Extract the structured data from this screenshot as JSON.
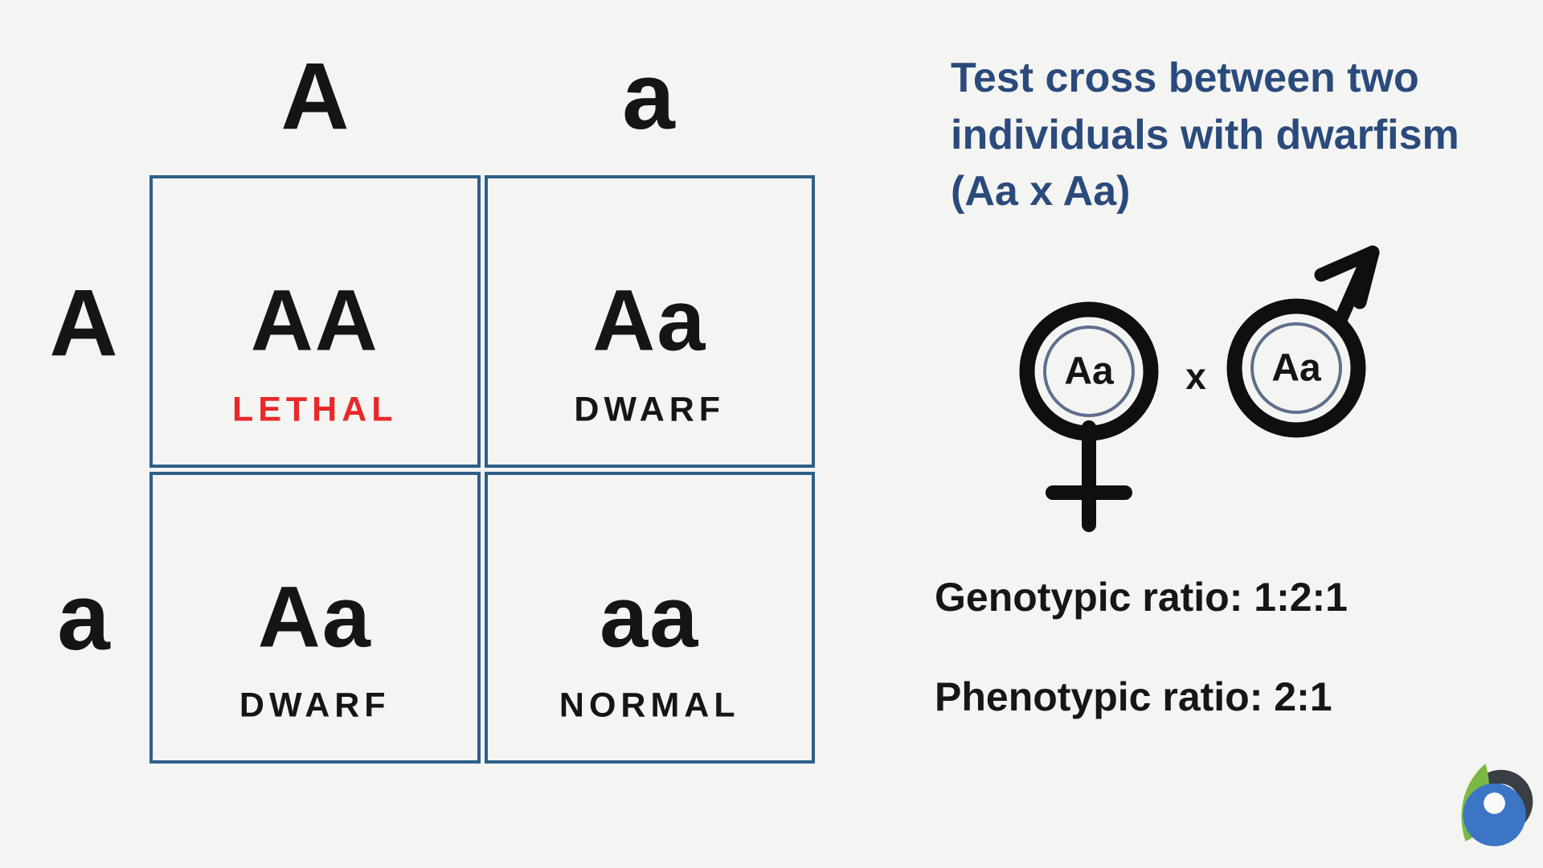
{
  "punnett": {
    "col_headers": [
      "A",
      "a"
    ],
    "row_headers": [
      "A",
      "a"
    ],
    "cells": [
      {
        "genotype": "AA",
        "phenotype": "LETHAL"
      },
      {
        "genotype": "Aa",
        "phenotype": "DWARF"
      },
      {
        "genotype": "Aa",
        "phenotype": "DWARF"
      },
      {
        "genotype": "aa",
        "phenotype": "NORMAL"
      }
    ],
    "colors": {
      "grid_line": "#2e6088",
      "lethal_text": "#e8282b",
      "normal_text": "#151515"
    }
  },
  "annotation": {
    "lines": [
      "Test cross between two",
      "individuals with dwarfism",
      "(Aa x Aa)"
    ],
    "color": "#2b4a7c"
  },
  "cross": {
    "female_genotype": "Aa",
    "operator": "x",
    "male_genotype": "Aa",
    "symbol_color": "#0f0f0f",
    "inner_ring_color": "#5f6e8e"
  },
  "ratios": {
    "genotypic": "Genotypic ratio: 1:2:1",
    "phenotypic": "Phenotypic ratio: 2:1"
  },
  "logo": {
    "name": "byjus-logo",
    "leaf_green": "#7cb944",
    "swirl_dark": "#3a3e45",
    "disc_blue": "#3c75c6"
  },
  "background_color": "#f4f5f2"
}
